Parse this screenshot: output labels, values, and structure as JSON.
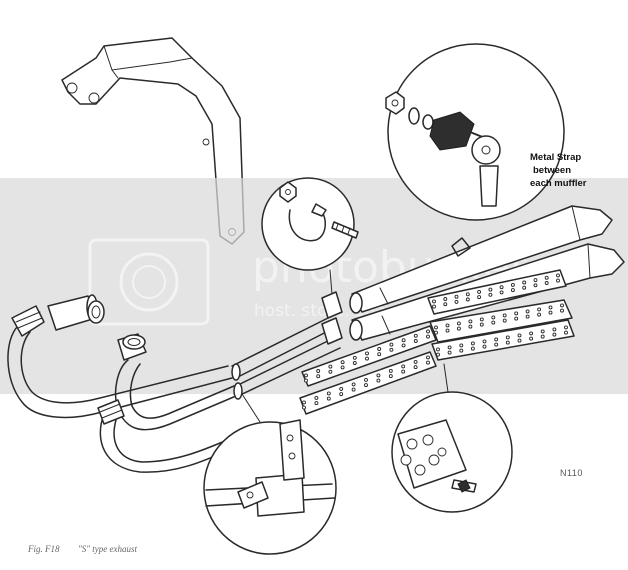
{
  "labels": {
    "strap_line1": "Metal Strap",
    "strap_line2": "between",
    "strap_line3": "each muffler",
    "drawing_ref": "N110"
  },
  "caption": {
    "fig": "Fig. F18",
    "text": "\"S\" type exhaust"
  },
  "watermark": {
    "brand": "photobucket",
    "sub": "host. store. share."
  },
  "colors": {
    "ink": "#2a2a2a",
    "watermark_band": "#d9d9d9",
    "paper": "#ffffff"
  }
}
